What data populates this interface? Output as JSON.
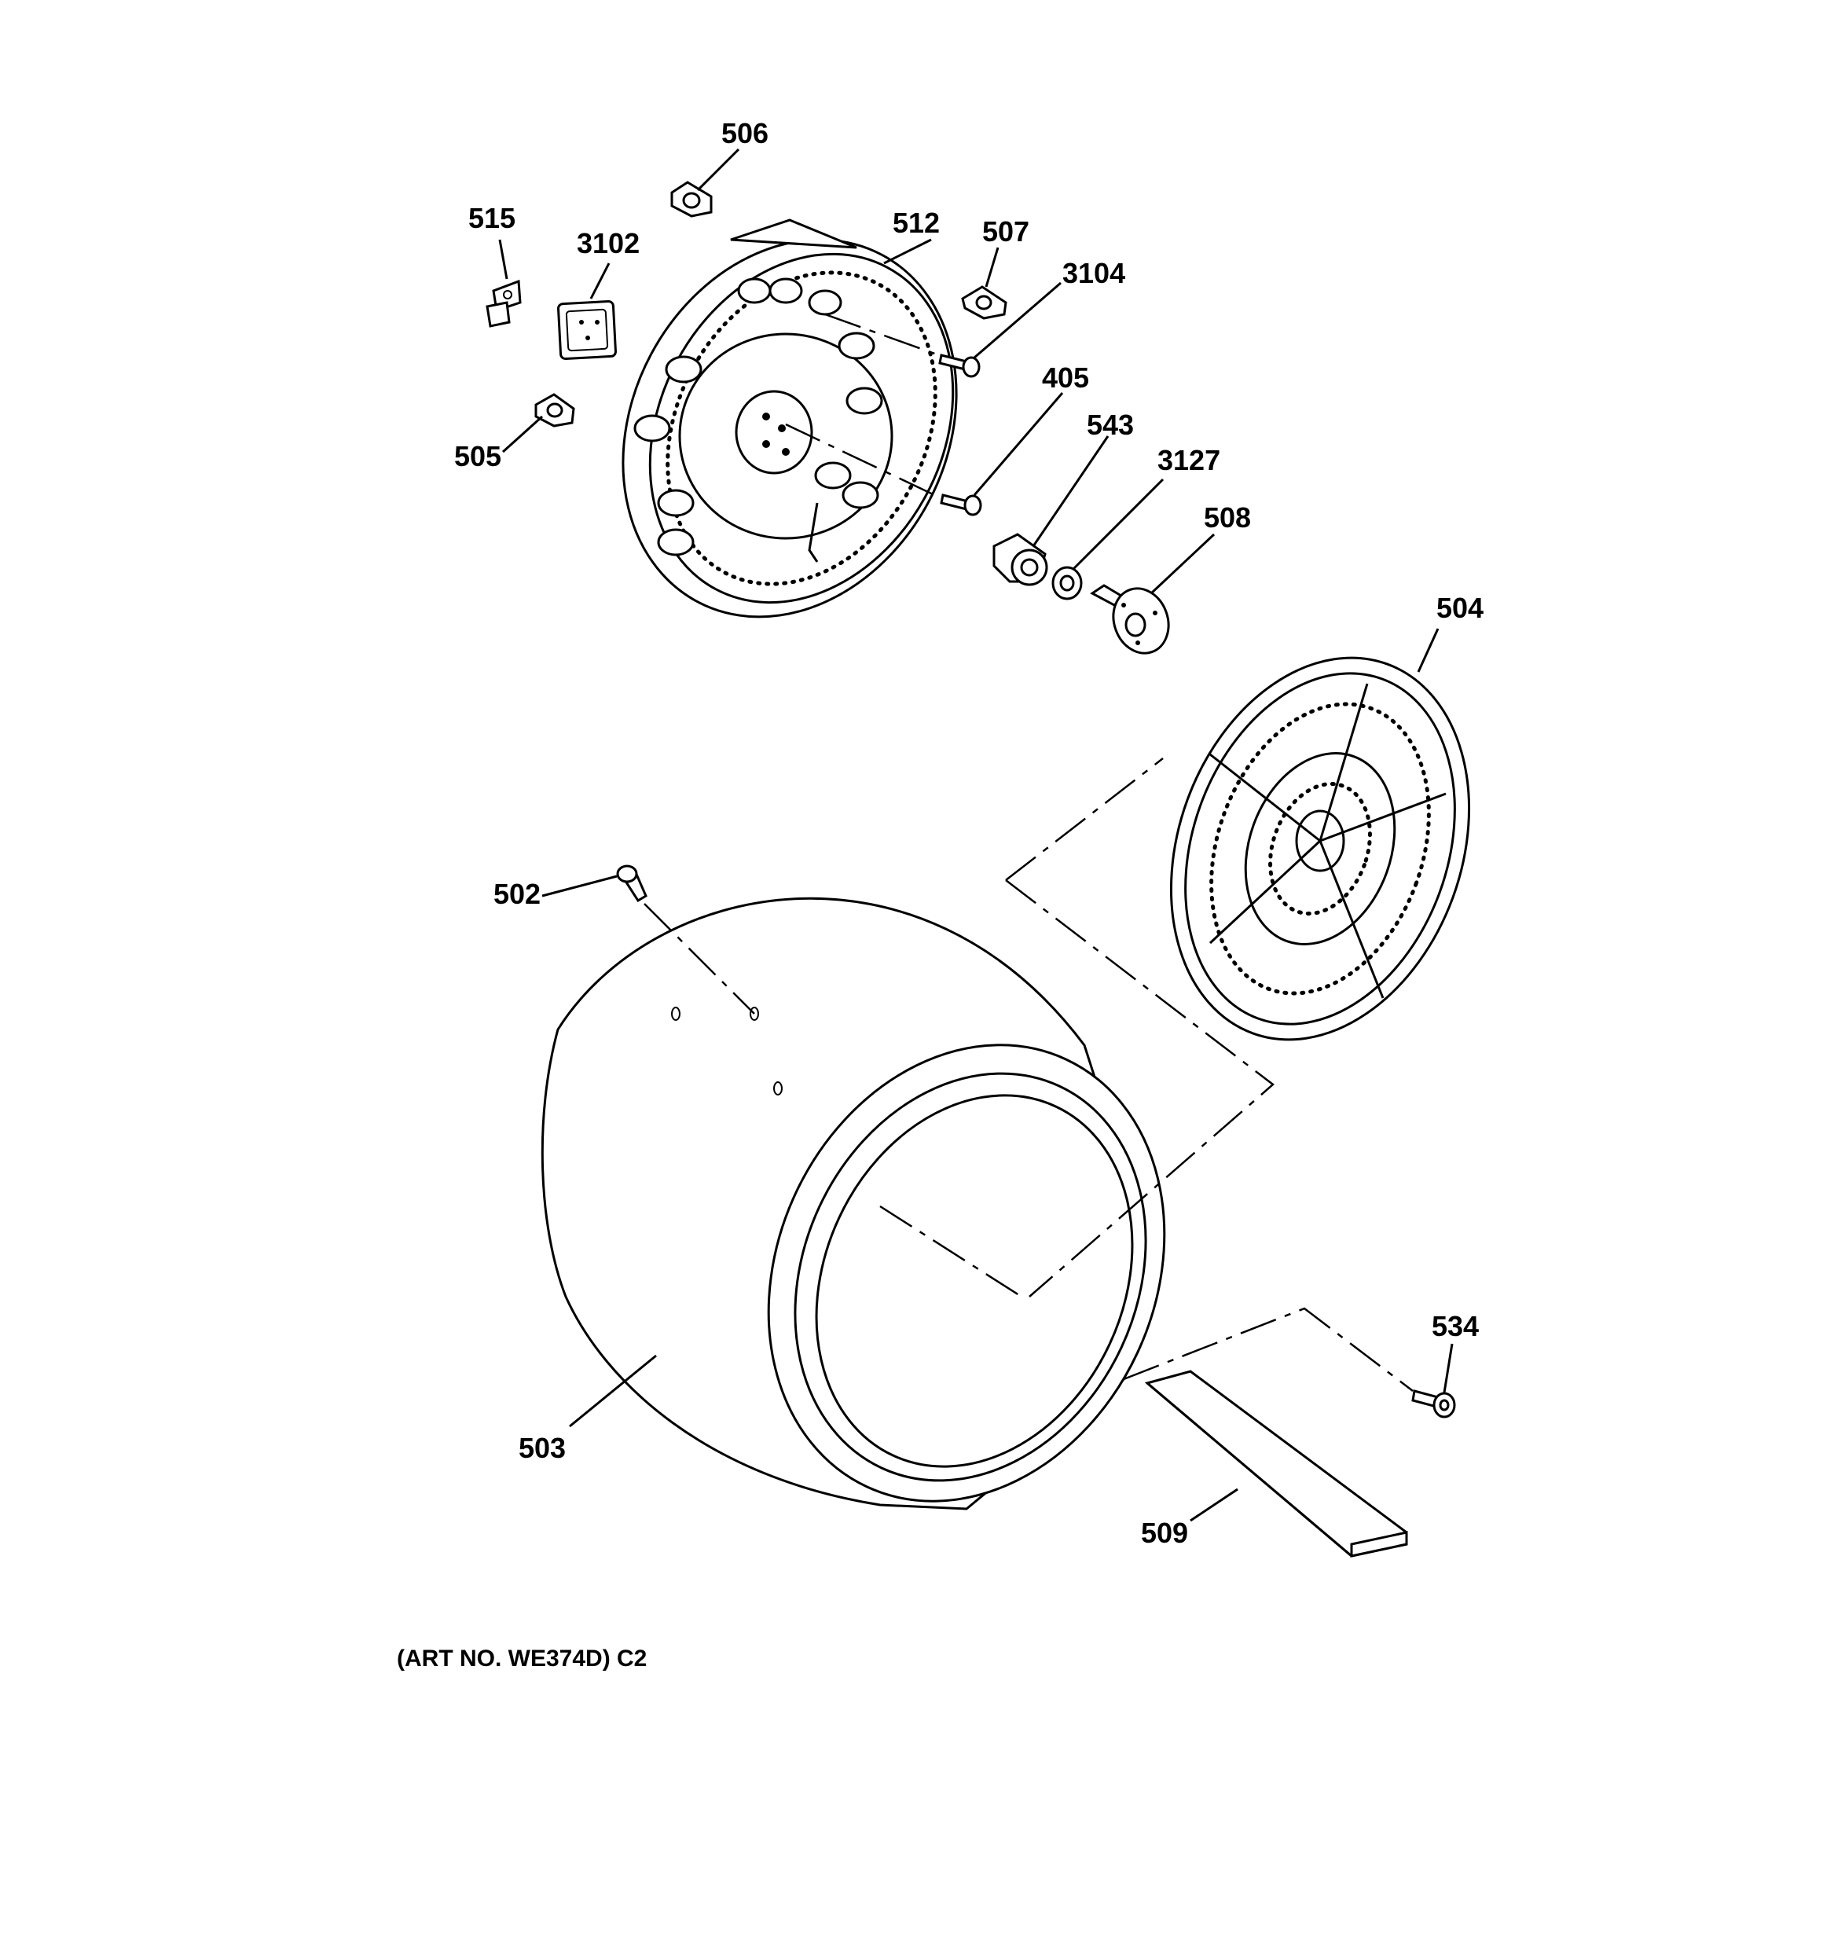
{
  "parts": [
    {
      "id": "506",
      "label": "506"
    },
    {
      "id": "515",
      "label": "515"
    },
    {
      "id": "3102",
      "label": "3102"
    },
    {
      "id": "512",
      "label": "512"
    },
    {
      "id": "507",
      "label": "507"
    },
    {
      "id": "3104",
      "label": "3104"
    },
    {
      "id": "405",
      "label": "405"
    },
    {
      "id": "505",
      "label": "505"
    },
    {
      "id": "543",
      "label": "543"
    },
    {
      "id": "3127",
      "label": "3127"
    },
    {
      "id": "508",
      "label": "508"
    },
    {
      "id": "504",
      "label": "504"
    },
    {
      "id": "502",
      "label": "502"
    },
    {
      "id": "534",
      "label": "534"
    },
    {
      "id": "503",
      "label": "503"
    },
    {
      "id": "509",
      "label": "509"
    }
  ],
  "art_note": "(ART NO. WE374D) C2"
}
